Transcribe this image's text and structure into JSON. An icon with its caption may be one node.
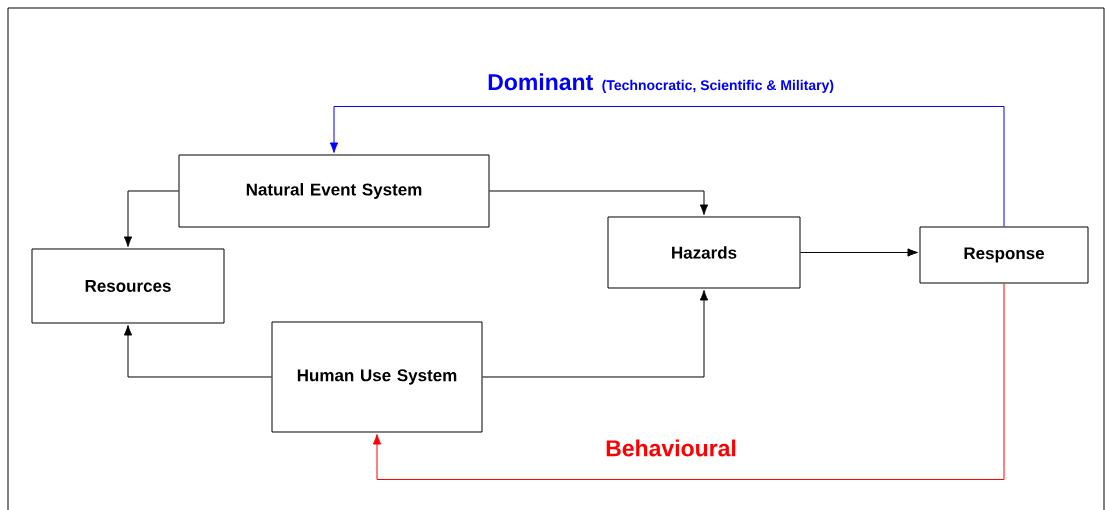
{
  "diagram": {
    "nodes": [
      {
        "text": [
          "Natural Event System"
        ]
      },
      {
        "text": [
          "Resources"
        ]
      },
      {
        "text": [
          "Hazards"
        ]
      },
      {
        "text": [
          "Response"
        ]
      },
      {
        "text": [
          "Human Use System"
        ]
      }
    ],
    "edges": [
      {
        "from": 0,
        "to": 1,
        "arrow": "to"
      },
      {
        "from": 0,
        "to": 2,
        "arrow": "to"
      },
      {
        "from": 4,
        "to": 1,
        "arrow": "to"
      },
      {
        "from": 4,
        "to": 2,
        "arrow": "to"
      },
      {
        "from": 2,
        "to": 3,
        "arrow": "to"
      },
      {
        "from": 3,
        "to": 0,
        "arrow": "to",
        "label": "Dominant",
        "color": "#0000ff"
      },
      {
        "from": 3,
        "to": 4,
        "arrow": "to",
        "label": "Behavioural",
        "color": "#ff0000"
      }
    ],
    "labels": [
      "(Technocratic, Scientific & Military)"
    ]
  }
}
